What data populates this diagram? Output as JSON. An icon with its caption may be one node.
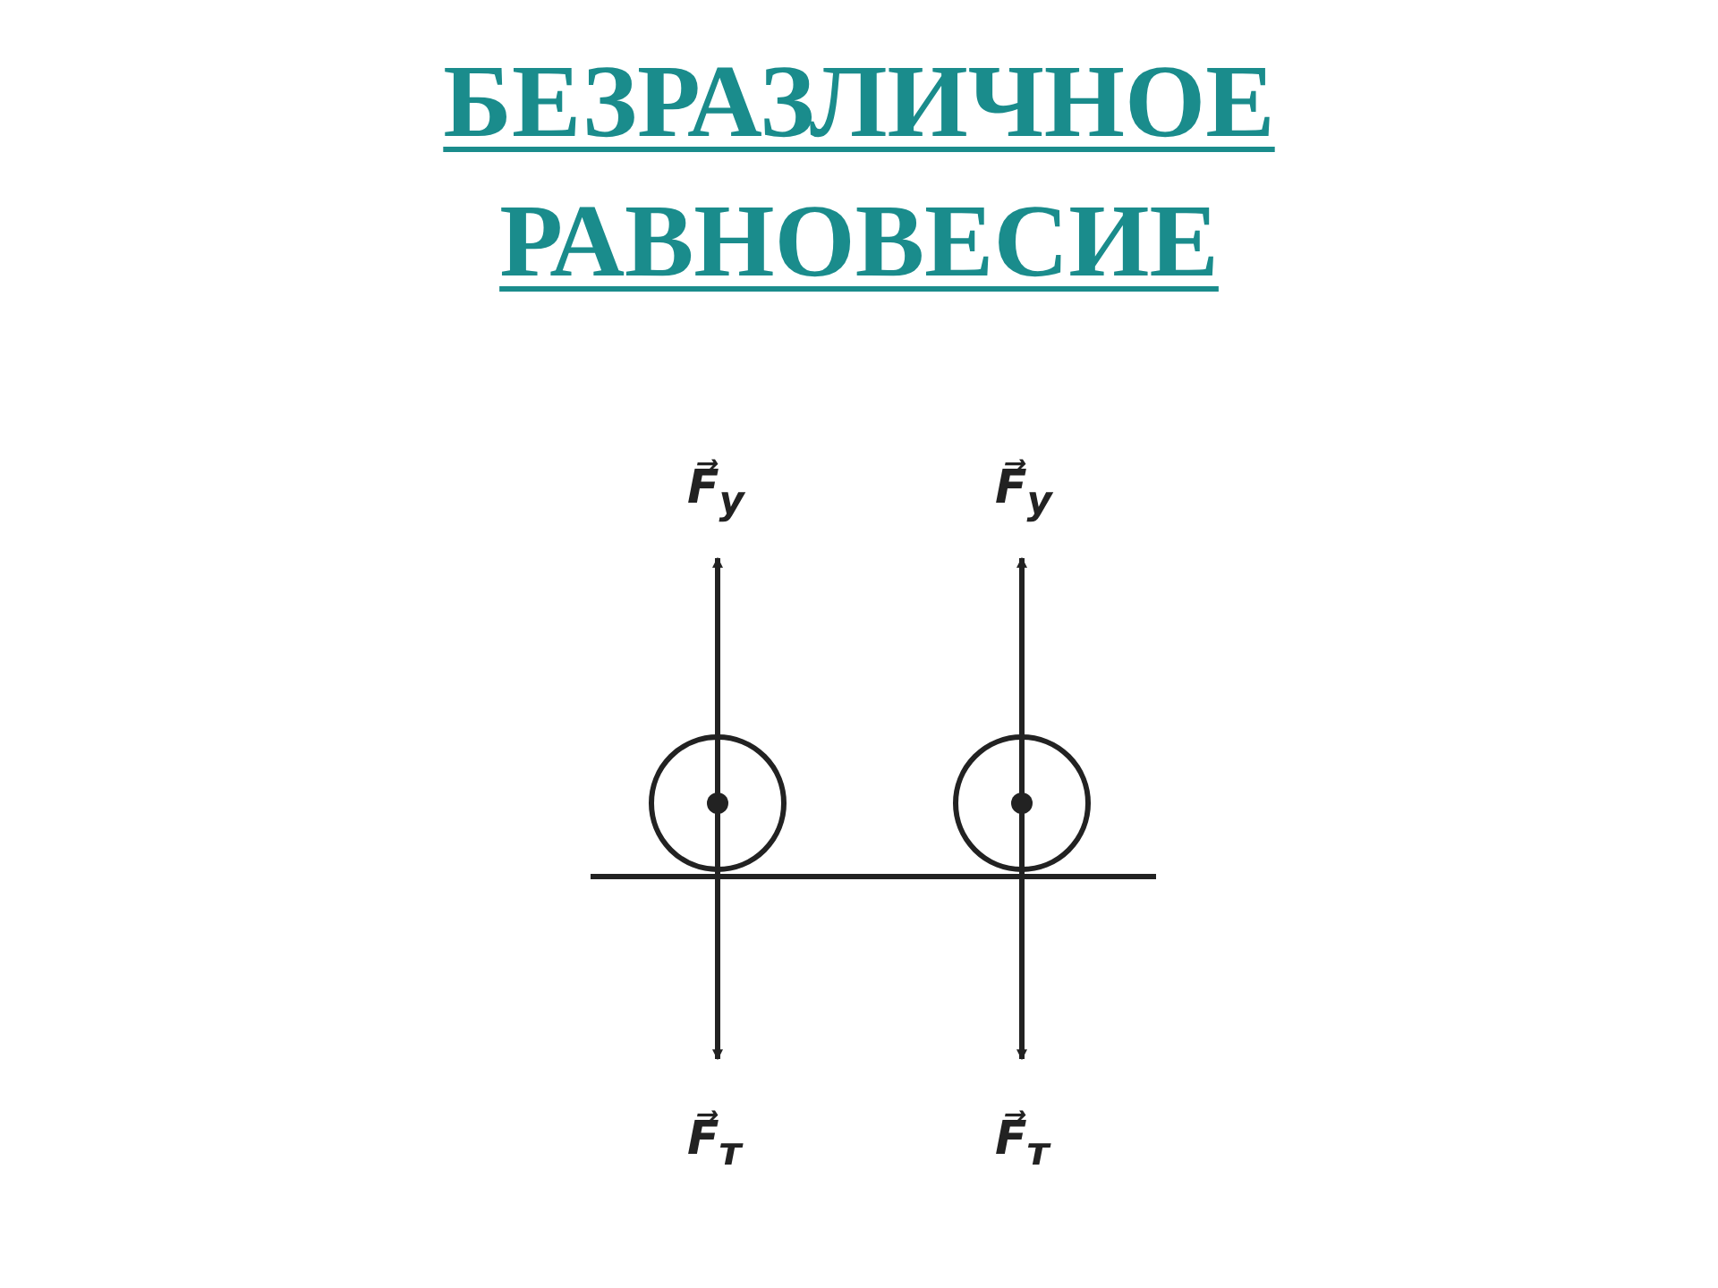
{
  "diagram": {
    "title": "БЕЗРАЗЛИЧНОЕ РАВНОВЕСИЕ",
    "labels": [
      "F⃗$_{у}$",
      "F⃗$_{у}$",
      "F⃗$_{т}$",
      "F⃗$_{т}$"
    ]
  }
}
